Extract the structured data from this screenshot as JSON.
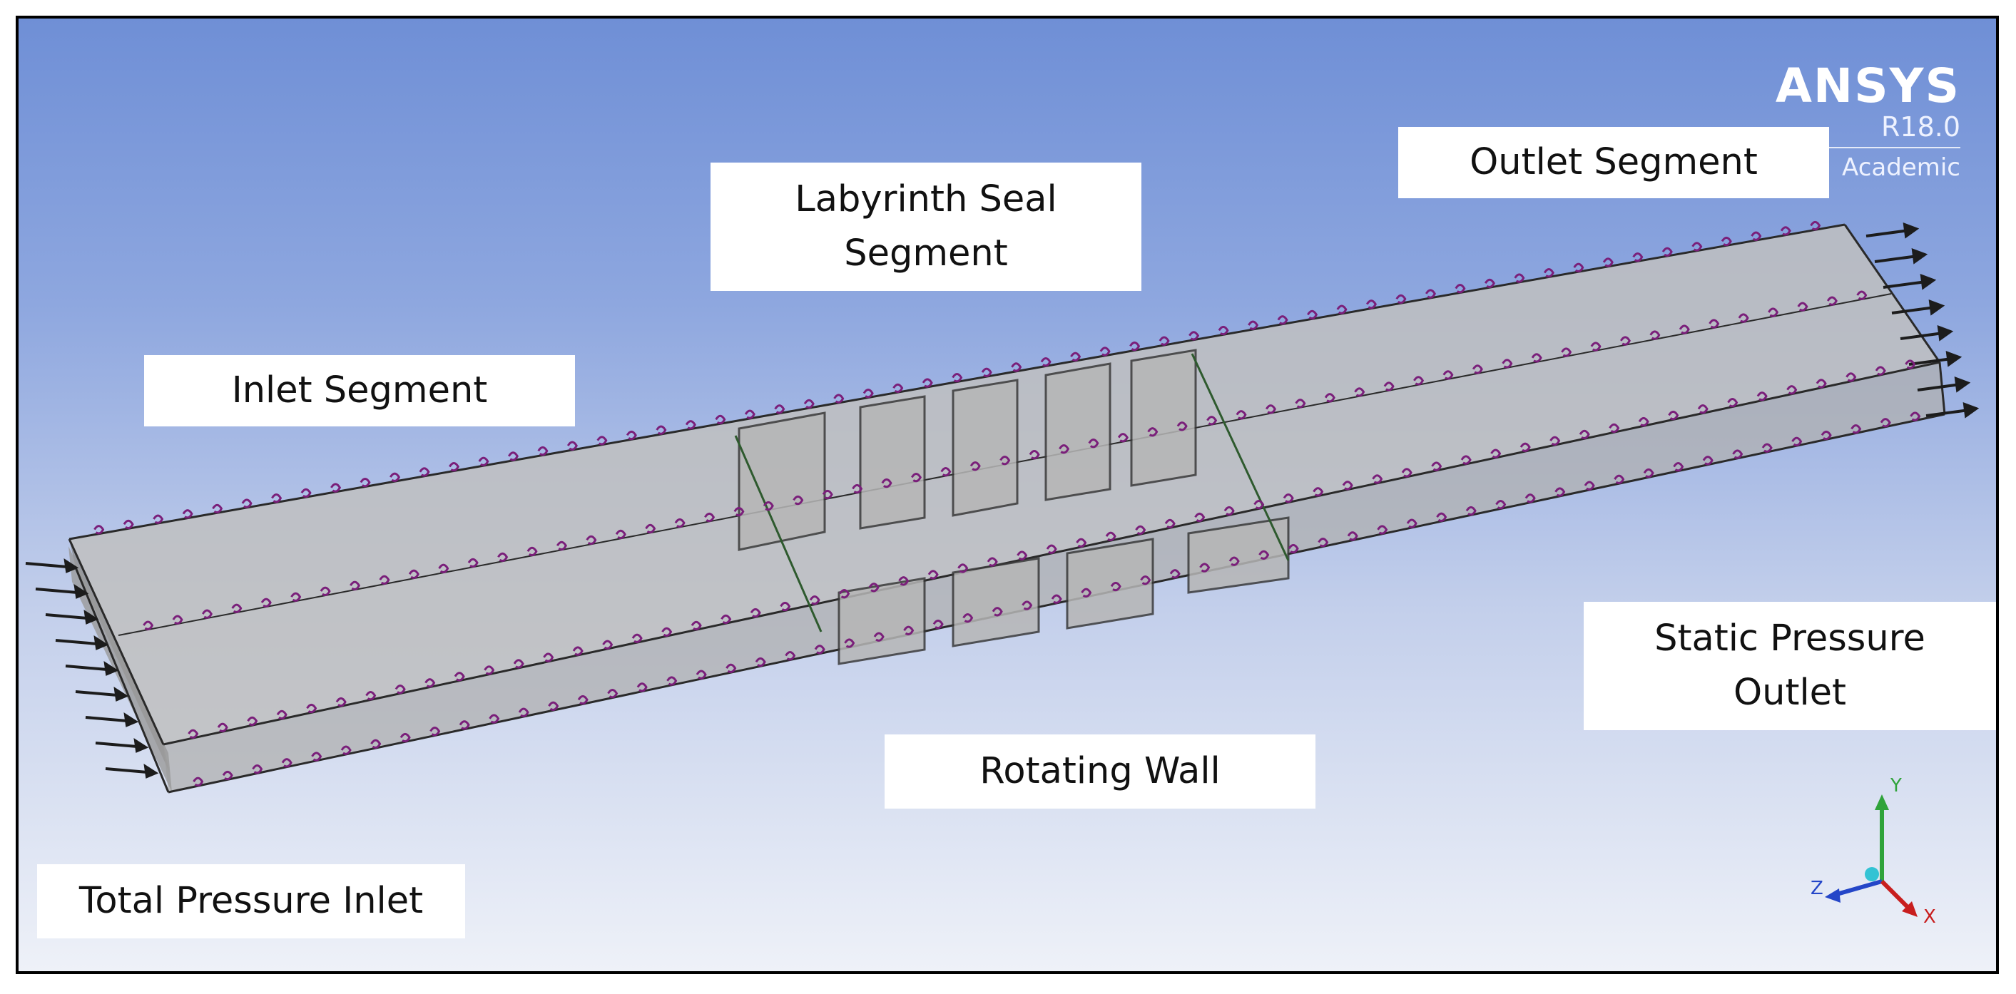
{
  "labels": {
    "inlet_segment": "Inlet Segment",
    "labyrinth_seal_segment": "Labyrinth Seal Segment",
    "outlet_segment": "Outlet Segment",
    "static_pressure_outlet": "Static Pressure Outlet",
    "rotating_wall": "Rotating Wall",
    "total_pressure_inlet": "Total Pressure Inlet"
  },
  "brand": {
    "name": "ANSYS",
    "version": "R18.0",
    "edition": "Academic"
  },
  "triad": {
    "y_label": "Y",
    "z_label": "Z",
    "x_label": "X",
    "y_color": "#2fa33a",
    "z_color": "#2446c8",
    "x_color": "#c81e1e"
  },
  "colors": {
    "boundary_marker": "#7a1f7a",
    "geometry_face": "#c7c7c7",
    "geometry_edge": "#202020"
  }
}
